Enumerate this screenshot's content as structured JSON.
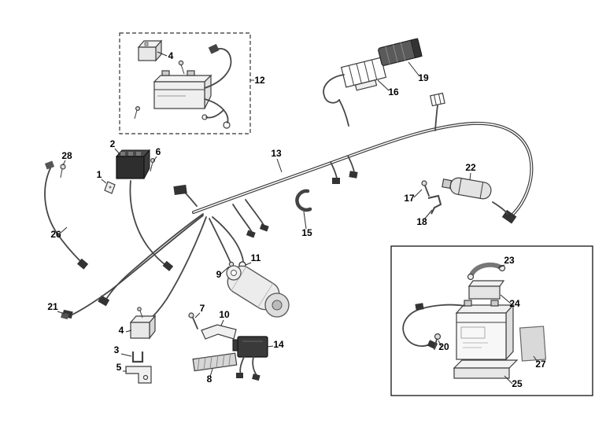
{
  "diagram": {
    "kind": "exploded-parts-wiring-harness-diagram",
    "background": "#ffffff",
    "callouts": [
      {
        "part": "4"
      },
      {
        "part": "12"
      },
      {
        "part": "16"
      },
      {
        "part": "19"
      },
      {
        "part": "28"
      },
      {
        "part": "2"
      },
      {
        "part": "6"
      },
      {
        "part": "1"
      },
      {
        "part": "26"
      },
      {
        "part": "13"
      },
      {
        "part": "15"
      },
      {
        "part": "17"
      },
      {
        "part": "18"
      },
      {
        "part": "22"
      },
      {
        "part": "21"
      },
      {
        "part": "9"
      },
      {
        "part": "11"
      },
      {
        "part": "7"
      },
      {
        "part": "10"
      },
      {
        "part": "4"
      },
      {
        "part": "3"
      },
      {
        "part": "5"
      },
      {
        "part": "8"
      },
      {
        "part": "14"
      },
      {
        "part": "23"
      },
      {
        "part": "24"
      },
      {
        "part": "20"
      },
      {
        "part": "25"
      },
      {
        "part": "27"
      }
    ]
  },
  "colors": {
    "line": "#3d3d3d",
    "wire": "#474747",
    "dark_part": "#2e2e2e",
    "light_part": "#ececec",
    "label_text": "#000000"
  }
}
